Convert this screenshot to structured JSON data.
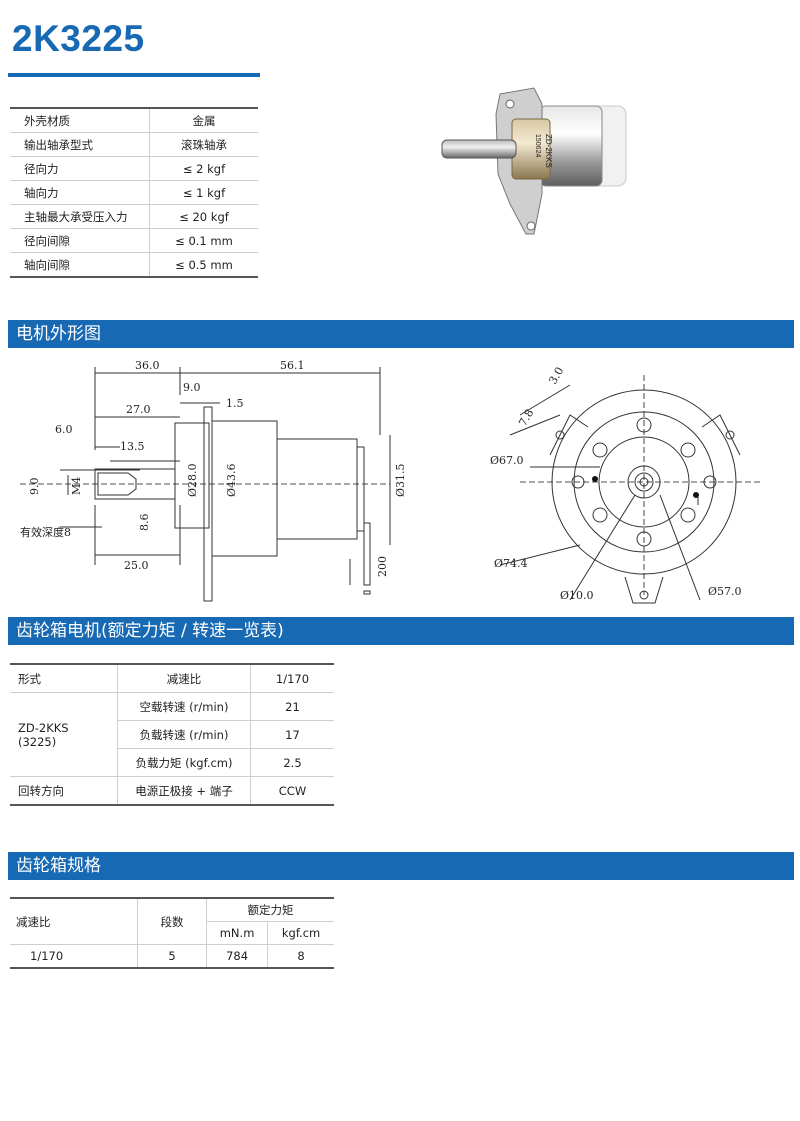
{
  "title": "2K3225",
  "specs": [
    {
      "label": "外壳材质",
      "value": "金属"
    },
    {
      "label": "输出轴承型式",
      "value": "滚珠轴承"
    },
    {
      "label": "径向力",
      "value": "≤ 2 kgf"
    },
    {
      "label": "轴向力",
      "value": "≤ 1 kgf"
    },
    {
      "label": "主轴最大承受压入力",
      "value": "≤ 20 kgf"
    },
    {
      "label": "径向间隙",
      "value": "≤ 0.1 mm"
    },
    {
      "label": "轴向间隙",
      "value": "≤ 0.5 mm"
    }
  ],
  "photo": {
    "marking1": "ZD-2KKS",
    "marking2": "150624"
  },
  "section_outline": "电机外形图",
  "dims_side": {
    "d36": "36.0",
    "d56": "56.1",
    "d9": "9.0",
    "d15": "1.5",
    "d27": "27.0",
    "d6": "6.0",
    "d135": "13.5",
    "d90": "9.0",
    "m4": "M4",
    "d86": "8.6",
    "dia28": "Ø28.0",
    "dia436": "Ø43.6",
    "dia315": "Ø31.5",
    "depth": "有效深度8",
    "d25": "25.0",
    "d200": "200"
  },
  "dims_front": {
    "d30": "3.0",
    "d78": "7.8",
    "dia67": "Ø67.0",
    "dia744": "Ø74.4",
    "dia10": "Ø10.0",
    "dia57": "Ø57.0"
  },
  "section_motor": "齿轮箱电机(额定力矩 / 转速一览表)",
  "motor": {
    "col_form": "形式",
    "col_ratio": "减速比",
    "ratio": "1/170",
    "model": "ZD-2KKS",
    "model_sub": "(3225)",
    "rows": [
      {
        "label": "空载转速 (r/min)",
        "value": "21"
      },
      {
        "label": "负载转速 (r/min)",
        "value": "17"
      },
      {
        "label": "负载力矩 (kgf.cm)",
        "value": "2.5"
      }
    ],
    "dir_label": "回转方向",
    "dir_cond": "电源正极接 + 端子",
    "dir_value": "CCW"
  },
  "section_gear": "齿轮箱规格",
  "gear": {
    "col_ratio": "减速比",
    "col_stages": "段数",
    "col_torque": "额定力矩",
    "unit1": "mN.m",
    "unit2": "kgf.cm",
    "row": {
      "ratio": "1/170",
      "stages": "5",
      "t1": "784",
      "t2": "8"
    }
  }
}
